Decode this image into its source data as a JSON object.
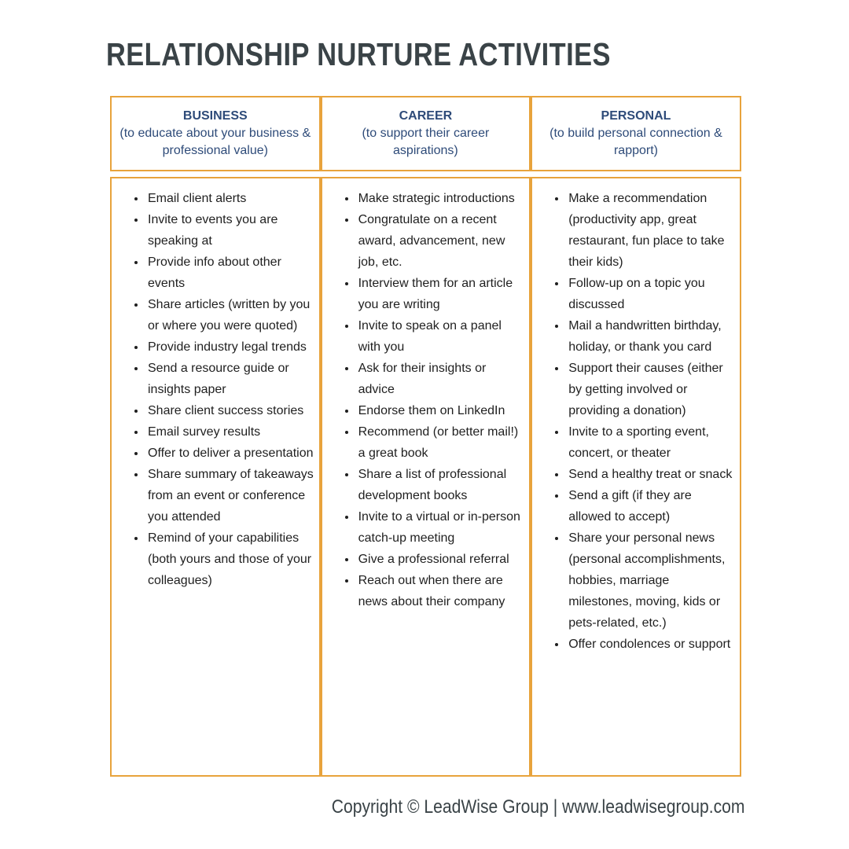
{
  "page": {
    "title": "RELATIONSHIP NURTURE ACTIVITIES",
    "footer": "Copyright © LeadWise Group | www.leadwisegroup.com"
  },
  "colors": {
    "background": "#FFFFFF",
    "table_border": "#E8A33C",
    "header_text": "#2E4B79",
    "title_text": "#3A4347",
    "body_text": "#1F1F1F"
  },
  "columns": [
    {
      "name": "BUSINESS",
      "subtitle": "(to educate about your business & professional value)",
      "items": [
        "Email client alerts",
        "Invite to events you are speaking at",
        "Provide info about other events",
        "Share articles (written by you  or where you were quoted)",
        "Provide industry legal trends",
        "Send a resource guide or insights paper",
        "Share client success stories",
        "Email survey results",
        "Offer to deliver a presentation",
        "Share summary of takeaways from an event or conference you attended",
        "Remind of your capabilities (both yours and those of your colleagues)"
      ]
    },
    {
      "name": "CAREER",
      "subtitle": "(to support their career aspirations)",
      "items": [
        "Make strategic introductions",
        "Congratulate on a recent award, advancement, new job, etc.",
        "Interview them for an article you are writing",
        "Invite to speak on a panel with you",
        "Ask for their insights or advice",
        "Endorse them on LinkedIn",
        "Recommend (or better mail!) a great book",
        "Share a list of professional development books",
        "Invite to a virtual or in-person catch-up meeting",
        "Give a professional referral",
        "Reach out when there are news about their company"
      ]
    },
    {
      "name": "PERSONAL",
      "subtitle": "(to build personal connection & rapport)",
      "items": [
        "Make a recommendation (productivity app, great restaurant, fun place to take their kids)",
        "Follow-up on a topic you discussed",
        "Mail a handwritten birthday, holiday, or thank you card",
        "Support their causes (either by getting involved or providing a donation)",
        "Invite to a sporting event, concert, or theater",
        "Send a healthy treat or snack",
        "Send a gift (if they are allowed to accept)",
        "Share your personal news (personal accomplishments, hobbies, marriage milestones, moving, kids or pets-related, etc.)",
        "Offer condolences or support"
      ]
    }
  ]
}
